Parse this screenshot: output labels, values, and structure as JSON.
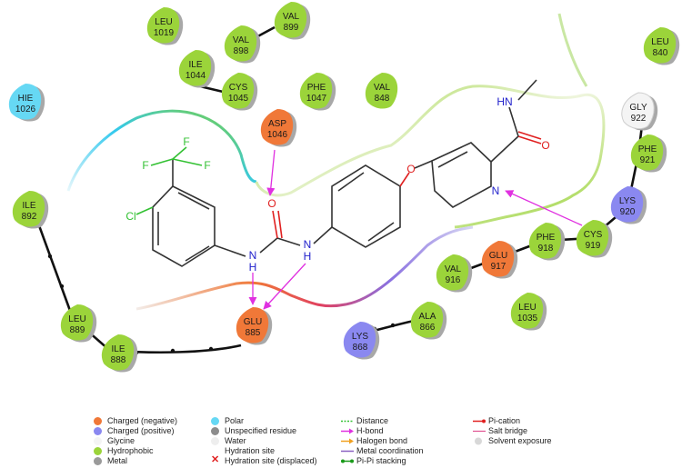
{
  "residues": [
    {
      "id": "leu1019",
      "name": "LEU",
      "num": "1019",
      "type": "hydrophobic",
      "solvent": true
    },
    {
      "id": "val899",
      "name": "VAL",
      "num": "899",
      "type": "hydrophobic",
      "solvent": true
    },
    {
      "id": "val898",
      "name": "VAL",
      "num": "898",
      "type": "hydrophobic",
      "solvent": true
    },
    {
      "id": "ile1044",
      "name": "ILE",
      "num": "1044",
      "type": "hydrophobic",
      "solvent": true
    },
    {
      "id": "cys1045",
      "name": "CYS",
      "num": "1045",
      "type": "hydrophobic",
      "solvent": true
    },
    {
      "id": "phe1047",
      "name": "PHE",
      "num": "1047",
      "type": "hydrophobic",
      "solvent": true
    },
    {
      "id": "asp1046",
      "name": "ASP",
      "num": "1046",
      "type": "negative",
      "solvent": true
    },
    {
      "id": "val848",
      "name": "VAL",
      "num": "848",
      "type": "hydrophobic",
      "solvent": false
    },
    {
      "id": "hie1026",
      "name": "HIE",
      "num": "1026",
      "type": "polar",
      "solvent": true
    },
    {
      "id": "ile892",
      "name": "ILE",
      "num": "892",
      "type": "hydrophobic",
      "solvent": true
    },
    {
      "id": "leu889",
      "name": "LEU",
      "num": "889",
      "type": "hydrophobic",
      "solvent": true
    },
    {
      "id": "ile888",
      "name": "ILE",
      "num": "888",
      "type": "hydrophobic",
      "solvent": true
    },
    {
      "id": "glu885",
      "name": "GLU",
      "num": "885",
      "type": "negative",
      "solvent": true
    },
    {
      "id": "lys868",
      "name": "LYS",
      "num": "868",
      "type": "positive",
      "solvent": true
    },
    {
      "id": "ala866",
      "name": "ALA",
      "num": "866",
      "type": "hydrophobic",
      "solvent": true
    },
    {
      "id": "val916",
      "name": "VAL",
      "num": "916",
      "type": "hydrophobic",
      "solvent": true
    },
    {
      "id": "glu917",
      "name": "GLU",
      "num": "917",
      "type": "negative",
      "solvent": true
    },
    {
      "id": "leu1035",
      "name": "LEU",
      "num": "1035",
      "type": "hydrophobic",
      "solvent": true
    },
    {
      "id": "phe918",
      "name": "PHE",
      "num": "918",
      "type": "hydrophobic",
      "solvent": true
    },
    {
      "id": "cys919",
      "name": "CYS",
      "num": "919",
      "type": "hydrophobic",
      "solvent": true
    },
    {
      "id": "lys920",
      "name": "LYS",
      "num": "920",
      "type": "positive",
      "solvent": true
    },
    {
      "id": "phe921",
      "name": "PHE",
      "num": "921",
      "type": "hydrophobic",
      "solvent": true
    },
    {
      "id": "gly922",
      "name": "GLY",
      "num": "922",
      "type": "glycine",
      "solvent": true
    },
    {
      "id": "leu840",
      "name": "LEU",
      "num": "840",
      "type": "hydrophobic",
      "solvent": true
    }
  ],
  "atoms": {
    "F": "F",
    "Cl": "Cl",
    "O": "O",
    "N": "N",
    "H": "H",
    "HN": "HN"
  },
  "colors": {
    "hydrophobic": "#9bd43a",
    "negative": "#f07838",
    "positive": "#8a88f0",
    "polar": "#66d8f4",
    "glycine": "#f4f4f4",
    "hbond": "#e030e0",
    "backbone": "#111111"
  },
  "legend": {
    "col1": [
      {
        "label": "Charged (negative)",
        "color": "#f07838"
      },
      {
        "label": "Charged (positive)",
        "color": "#8a88f0"
      },
      {
        "label": "Glycine",
        "color": "#f4f4f4"
      },
      {
        "label": "Hydrophobic",
        "color": "#9bd43a"
      },
      {
        "label": "Metal",
        "color": "#9a9a9a"
      }
    ],
    "col2": [
      {
        "label": "Polar",
        "color": "#66d8f4"
      },
      {
        "label": "Unspecified residue",
        "color": "#8c8c8c"
      },
      {
        "label": "Water",
        "color": "#eeeeee"
      },
      {
        "label": "Hydration site",
        "color": ""
      },
      {
        "label": "Hydration site (displaced)",
        "color": "#e02020"
      }
    ],
    "col3": [
      {
        "label": "Distance"
      },
      {
        "label": "H-bond"
      },
      {
        "label": "Halogen bond"
      },
      {
        "label": "Metal coordination"
      },
      {
        "label": "Pi-Pi stacking"
      }
    ],
    "col4": [
      {
        "label": "Pi-cation"
      },
      {
        "label": "Salt bridge"
      },
      {
        "label": "Solvent exposure"
      }
    ]
  }
}
